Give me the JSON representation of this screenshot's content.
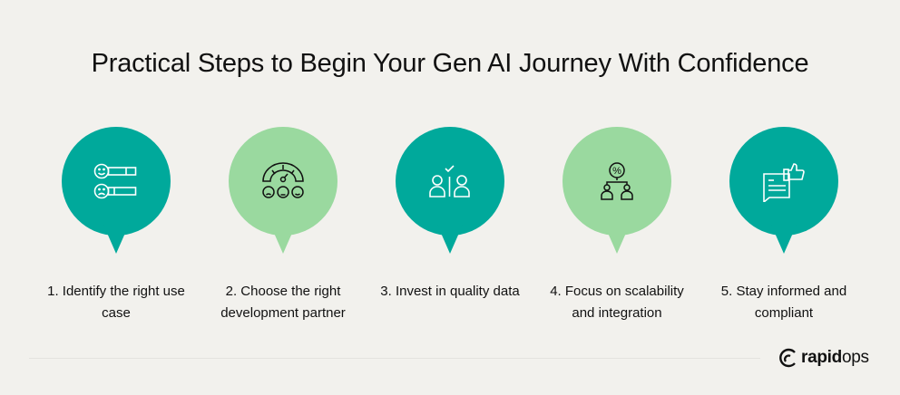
{
  "title": "Practical Steps to Begin Your Gen AI Journey With Confidence",
  "colors": {
    "teal": "#00a99b",
    "light_green": "#9ad99f",
    "background": "#f2f1ed"
  },
  "steps": [
    {
      "label": "1. Identify the right use case",
      "icon": "feedback-faces-icon",
      "color": "teal"
    },
    {
      "label": "2. Choose the right development partner",
      "icon": "satisfaction-gauge-icon",
      "color": "light_green"
    },
    {
      "label": "3. Invest in quality data",
      "icon": "people-check-icon",
      "color": "teal"
    },
    {
      "label": "4. Focus on scalability and integration",
      "icon": "percent-people-icon",
      "color": "light_green"
    },
    {
      "label": "5. Stay informed and compliant",
      "icon": "chat-thumbs-up-icon",
      "color": "teal"
    }
  ],
  "logo": {
    "bold": "rapid",
    "regular": "ops"
  }
}
